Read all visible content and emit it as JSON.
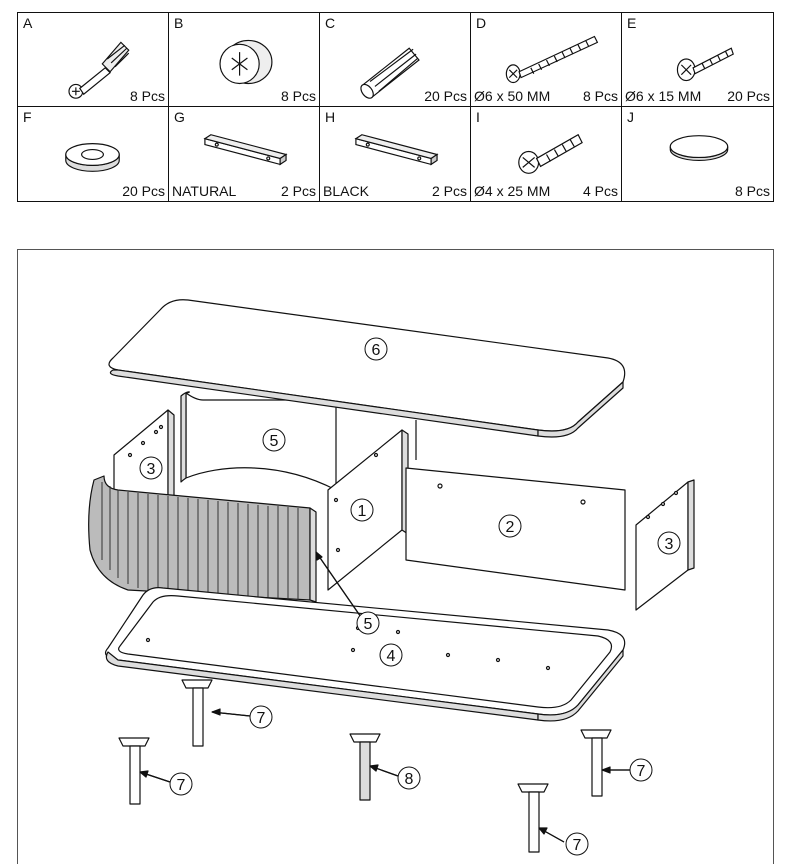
{
  "hardware": [
    {
      "letter": "A",
      "qty": "8 Pcs",
      "spec": "",
      "icon": "cam-bolt-icon"
    },
    {
      "letter": "B",
      "qty": "8 Pcs",
      "spec": "",
      "icon": "cam-lock-icon"
    },
    {
      "letter": "C",
      "qty": "20 Pcs",
      "spec": "",
      "icon": "wooden-dowel-icon"
    },
    {
      "letter": "D",
      "qty": "8 Pcs",
      "spec": "Ø6 x 50 MM",
      "icon": "long-screw-icon"
    },
    {
      "letter": "E",
      "qty": "20 Pcs",
      "spec": "Ø6 x 15 MM",
      "icon": "short-screw-icon"
    },
    {
      "letter": "F",
      "qty": "20 Pcs",
      "spec": "",
      "icon": "washer-icon"
    },
    {
      "letter": "G",
      "qty": "2 Pcs",
      "spec": "NATURAL",
      "icon": "wooden-bar-icon"
    },
    {
      "letter": "H",
      "qty": "2 Pcs",
      "spec": "BLACK",
      "icon": "wooden-bar-icon"
    },
    {
      "letter": "I",
      "qty": "4 Pcs",
      "spec": "Ø4 x 25 MM",
      "icon": "bolt-screw-icon"
    },
    {
      "letter": "J",
      "qty": "8 Pcs",
      "spec": "",
      "icon": "felt-pad-icon"
    }
  ],
  "parts": {
    "p1": "1",
    "p2": "2",
    "p3a": "3",
    "p3b": "3",
    "p4": "4",
    "p5a": "5",
    "p5b": "5",
    "p6": "6",
    "p7a": "7",
    "p7b": "7",
    "p7c": "7",
    "p7d": "7",
    "p8": "8"
  }
}
